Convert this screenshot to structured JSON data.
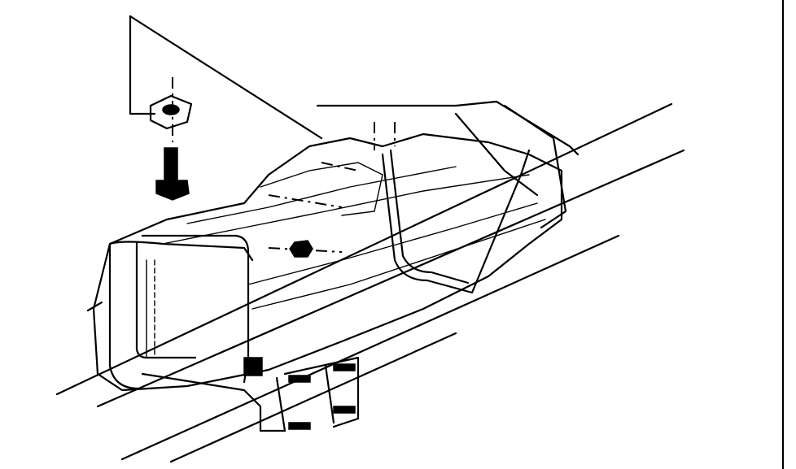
{
  "figure": {
    "kind": "exploded-view line drawing",
    "components": [
      "frame-rails",
      "fuel-tank",
      "tank-straps",
      "mounting-bracket",
      "bolt",
      "nut",
      "strap-nuts"
    ],
    "colors": {
      "ink": "#000000",
      "background": "#ffffff"
    }
  }
}
